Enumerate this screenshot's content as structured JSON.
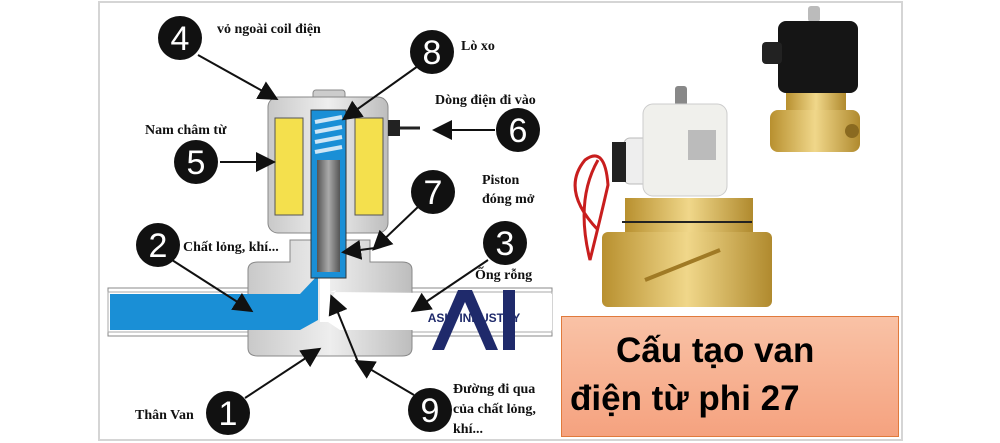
{
  "labels": {
    "n1": {
      "num": "1",
      "text": "Thân Van"
    },
    "n2": {
      "num": "2",
      "text": "Chất lỏng, khí..."
    },
    "n3": {
      "num": "3",
      "text": "Ống rỗng"
    },
    "n4": {
      "num": "4",
      "text": "vỏ ngoài coil điện"
    },
    "n5": {
      "num": "5",
      "text": "Nam châm từ"
    },
    "n6": {
      "num": "6",
      "text": "Dòng điện đi vào"
    },
    "n7": {
      "num": "7",
      "text_line1": "Piston",
      "text_line2": "đóng mở"
    },
    "n8": {
      "num": "8",
      "text": "Lò xo"
    },
    "n9": {
      "num": "9",
      "text_line1": "Đường đi qua",
      "text_line2": "của chất lỏng,",
      "text_line3": "khí..."
    }
  },
  "watermark": {
    "letters": "AI",
    "text": "ASIA INDUSTRY",
    "color": "#1f2a6b"
  },
  "title": {
    "line1": "Cấu tạo van",
    "line2": "điện từ phi 27"
  },
  "colors": {
    "fluid": "#1a8fd6",
    "magnet": "#f4e04d",
    "body": "#d4d4d4",
    "brass": "#d6b25a",
    "box": "#f7b08f"
  }
}
